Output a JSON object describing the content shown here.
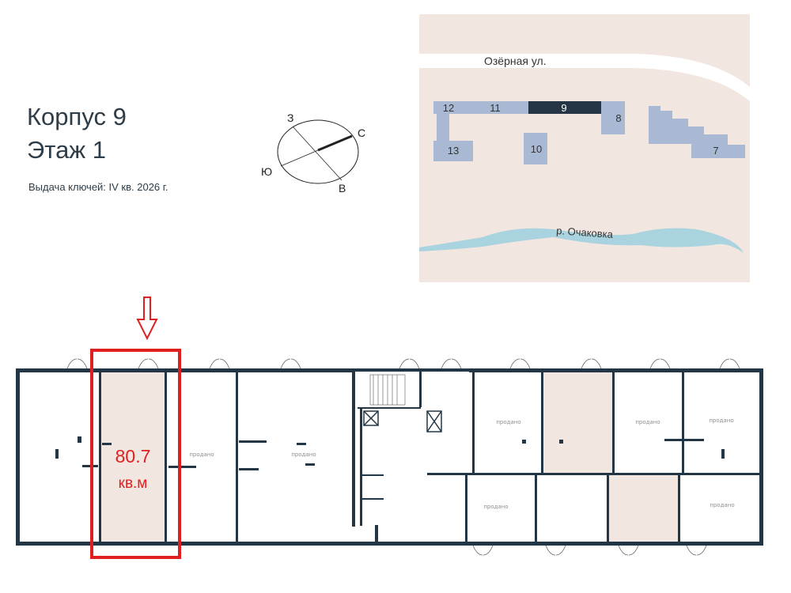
{
  "header": {
    "building": "Корпус 9",
    "floor": "Этаж 1",
    "keys_date": "Выдача ключей: IV кв. 2026 г."
  },
  "compass": {
    "north": "С",
    "south": "Ю",
    "east": "В",
    "west": "З"
  },
  "site_map": {
    "street": "Озёрная ул.",
    "river": "р. Очаковка",
    "buildings": [
      "12",
      "11",
      "9",
      "8",
      "13",
      "10",
      "7"
    ],
    "current_building": "9",
    "colors": {
      "background": "#f1e6e0",
      "building": "#a9b9d3",
      "current": "#253546",
      "river": "#a9d3df"
    }
  },
  "floor_plan": {
    "selected_unit": {
      "area": "80.7",
      "unit": "кв.м"
    },
    "sold_label": "продано",
    "units": [
      {
        "status": "available"
      },
      {
        "status": "selected"
      },
      {
        "status": "sold",
        "label": "продано"
      },
      {
        "status": "sold",
        "label": "продано"
      },
      {
        "status": "sold",
        "label": "продано"
      },
      {
        "status": "available-highlight"
      },
      {
        "status": "sold",
        "label": "продано"
      },
      {
        "status": "sold",
        "label": "продано"
      },
      {
        "status": "sold",
        "label": "продано"
      },
      {
        "status": "available"
      },
      {
        "status": "available-highlight"
      },
      {
        "status": "sold",
        "label": "продано"
      }
    ],
    "colors": {
      "highlight": "#f2e6e0",
      "marker": "#e02020",
      "wall": "#233645"
    }
  }
}
